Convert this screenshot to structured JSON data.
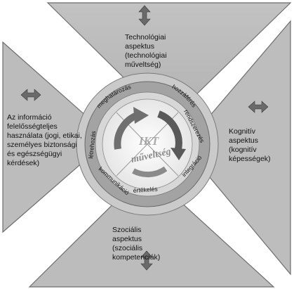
{
  "aspects": {
    "top": [
      "Technológiai",
      "aspektus",
      "(technológiai",
      "műveltség)"
    ],
    "left": [
      "Az információ",
      "felelősségteljes",
      "használata (jogi, etikai,",
      "személyes biztonsági",
      "és egészségügyi",
      "kérdések)"
    ],
    "right": [
      "Kognitív",
      "aspektus",
      "(kognitív",
      "képességek)"
    ],
    "bottom": [
      "Szociális",
      "aspektus",
      "(szociális",
      "kompetenciák)"
    ]
  },
  "ring_labels": {
    "meghatarozas": "meghatározás",
    "hozzaferes": "hozzáférés",
    "rendszerezes": "rendszerezés",
    "integracio": "integráció",
    "ertekeles": "értékelés",
    "kommunikacio": "kommunikáció",
    "letrehozas": "létrehozás"
  },
  "center": {
    "line1": "IKT",
    "line2": "műveltség"
  },
  "colors": {
    "panel_fill": "#b9b9b9",
    "panel_stroke": "#6e6e6e",
    "ring_outer": "#c9c9c9",
    "ring_band": "#9b9b9b",
    "inner_disc": "#f2f2f2",
    "arrow_dark": "#5c5c5c"
  },
  "icons": {
    "double_arrow": "double-arrow-icon",
    "cycle_arrows": "cycle-arrows-icon"
  }
}
